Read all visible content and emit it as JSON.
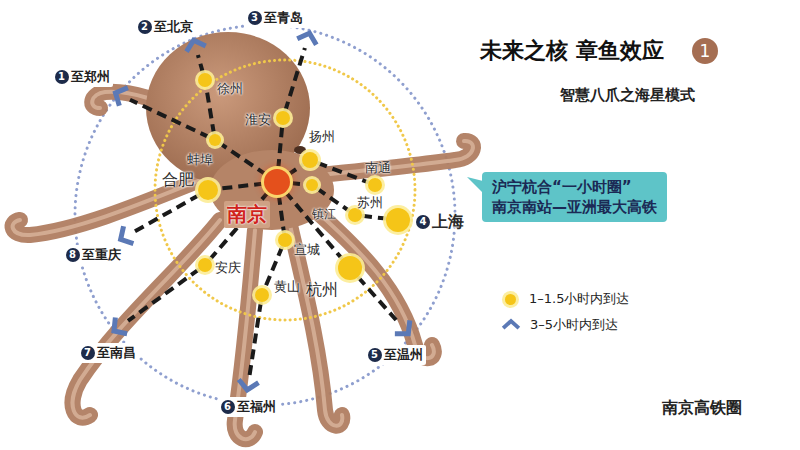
{
  "diagram": {
    "title": "未来之核 章鱼效应",
    "caption": "南京高铁圈",
    "nodes": [
      {
        "text": [
          "南京"
        ]
      },
      {
        "text": [
          "徐州"
        ]
      },
      {
        "text": [
          "淮安"
        ]
      },
      {
        "text": [
          "扬州"
        ]
      },
      {
        "text": [
          "蚌埠"
        ]
      },
      {
        "text": [
          "合肥"
        ]
      },
      {
        "text": [
          "镇江"
        ]
      },
      {
        "text": [
          "南通"
        ]
      },
      {
        "text": [
          "苏州"
        ]
      },
      {
        "text": [
          "4",
          "上海"
        ]
      },
      {
        "text": [
          "宣城"
        ]
      },
      {
        "text": [
          "黄山"
        ]
      },
      {
        "text": [
          "安庆"
        ]
      },
      {
        "text": [
          "杭州"
        ]
      },
      {
        "text": [
          "1",
          "至郑州"
        ]
      },
      {
        "text": [
          "2",
          "至北京"
        ]
      },
      {
        "text": [
          "3",
          "至青岛"
        ]
      },
      {
        "text": [
          "5",
          "至温州"
        ]
      },
      {
        "text": [
          "6",
          "至福州"
        ]
      },
      {
        "text": [
          "7",
          "至南昌"
        ]
      },
      {
        "text": [
          "8",
          "至重庆"
        ]
      },
      {
        "text": [
          "沪宁杭合“一小时圈”",
          "南京南站—亚洲最大高铁"
        ]
      }
    ],
    "edges": [
      {
        "from": 0,
        "to": 4,
        "arrow": "none"
      },
      {
        "from": 4,
        "to": 14,
        "arrow": "none"
      },
      {
        "from": 4,
        "to": 1,
        "arrow": "none"
      },
      {
        "from": 1,
        "to": 15,
        "arrow": "none"
      },
      {
        "from": 0,
        "to": 2,
        "arrow": "none"
      },
      {
        "from": 2,
        "to": 16,
        "arrow": "none"
      },
      {
        "from": 0,
        "to": 3,
        "arrow": "none"
      },
      {
        "from": 3,
        "to": 7,
        "arrow": "none"
      },
      {
        "from": 0,
        "to": 6,
        "arrow": "none"
      },
      {
        "from": 6,
        "to": 8,
        "arrow": "none"
      },
      {
        "from": 8,
        "to": 9,
        "arrow": "none"
      },
      {
        "from": 0,
        "to": 13,
        "arrow": "none"
      },
      {
        "from": 13,
        "to": 17,
        "arrow": "none"
      },
      {
        "from": 0,
        "to": 10,
        "arrow": "none"
      },
      {
        "from": 10,
        "to": 11,
        "arrow": "none"
      },
      {
        "from": 11,
        "to": 18,
        "arrow": "none"
      },
      {
        "from": 0,
        "to": 12,
        "arrow": "none"
      },
      {
        "from": 12,
        "to": 19,
        "arrow": "none"
      },
      {
        "from": 0,
        "to": 5,
        "arrow": "none"
      },
      {
        "from": 5,
        "to": 20,
        "arrow": "none"
      }
    ],
    "labels": [
      "1",
      "智慧八爪之海星模式"
    ],
    "legend": [
      {
        "text": "1–1.5小时内到达",
        "color": "#f5c518"
      },
      {
        "text": "3–5小时内到达"
      }
    ]
  }
}
